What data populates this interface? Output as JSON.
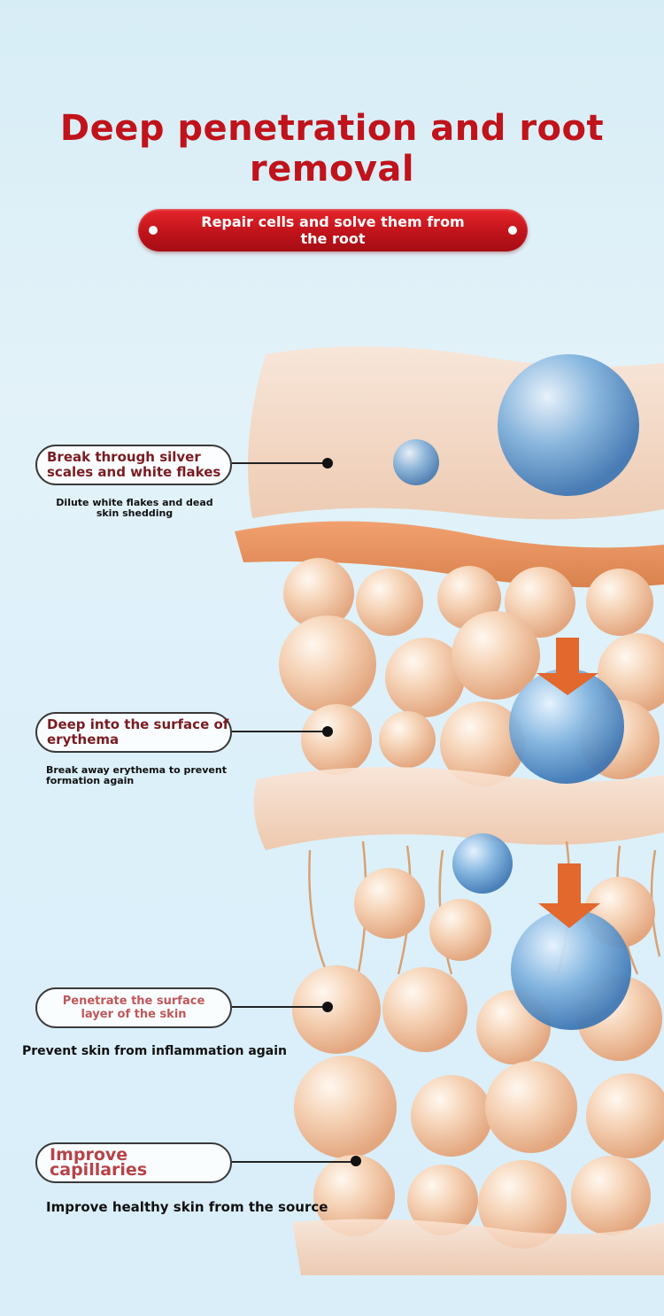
{
  "header": {
    "title": "Deep penetration and root removal",
    "subtitle": "Repair cells and solve them from the root"
  },
  "callouts": [
    {
      "label": "Break through silver scales and white flakes",
      "caption": "Dilute white flakes and dead skin shedding"
    },
    {
      "label": "Deep into the surface of erythema",
      "caption": "Break away erythema to prevent formation again"
    },
    {
      "label": "Penetrate the surface layer of the skin",
      "caption": "Prevent skin from inflammation again"
    },
    {
      "label": "Improve capillaries",
      "caption": "Improve healthy skin from the source"
    }
  ],
  "colors": {
    "title_red": "#c0131b",
    "pill_red": "#c0131b",
    "skin": "#f3c8a8",
    "droplet": "#6aa6d6",
    "arrow": "#e2682d"
  }
}
